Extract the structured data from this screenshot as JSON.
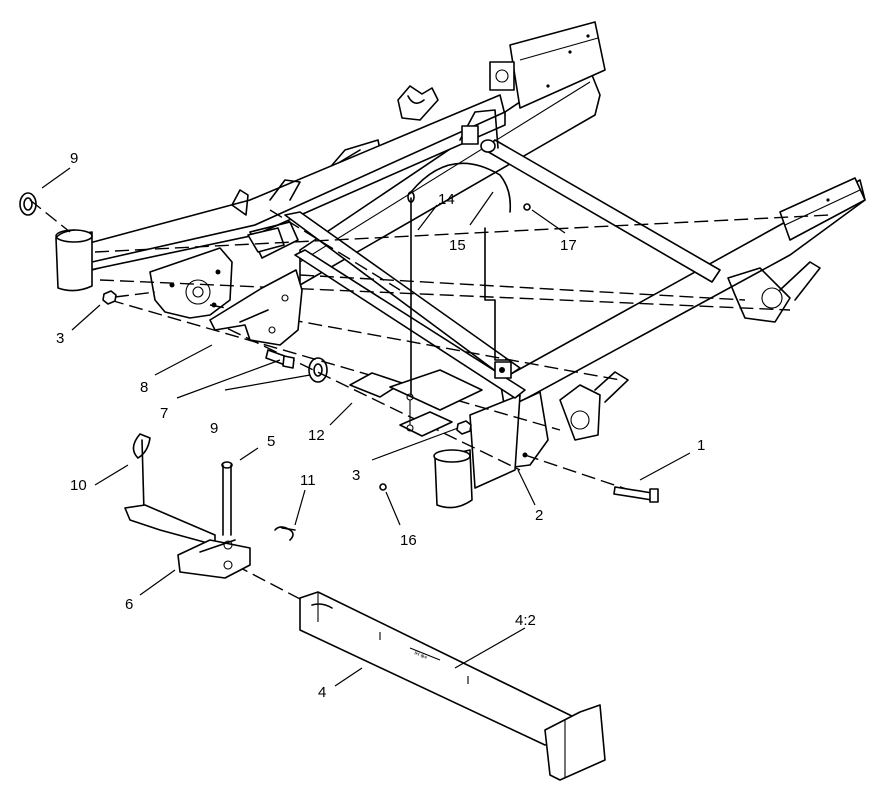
{
  "callouts": [
    {
      "id": "c1",
      "text": "1"
    },
    {
      "id": "c2",
      "text": "2"
    },
    {
      "id": "c3a",
      "text": "3"
    },
    {
      "id": "c3b",
      "text": "3"
    },
    {
      "id": "c4",
      "text": "4"
    },
    {
      "id": "c4_2",
      "text": "4:2"
    },
    {
      "id": "c5",
      "text": "5"
    },
    {
      "id": "c6",
      "text": "6"
    },
    {
      "id": "c7",
      "text": "7"
    },
    {
      "id": "c8",
      "text": "8"
    },
    {
      "id": "c9a",
      "text": "9"
    },
    {
      "id": "c9b",
      "text": "9"
    },
    {
      "id": "c10",
      "text": "10"
    },
    {
      "id": "c11",
      "text": "11"
    },
    {
      "id": "c12",
      "text": "12"
    },
    {
      "id": "c14",
      "text": "14"
    },
    {
      "id": "c15",
      "text": "15"
    },
    {
      "id": "c16",
      "text": "16"
    },
    {
      "id": "c17",
      "text": "17"
    }
  ]
}
